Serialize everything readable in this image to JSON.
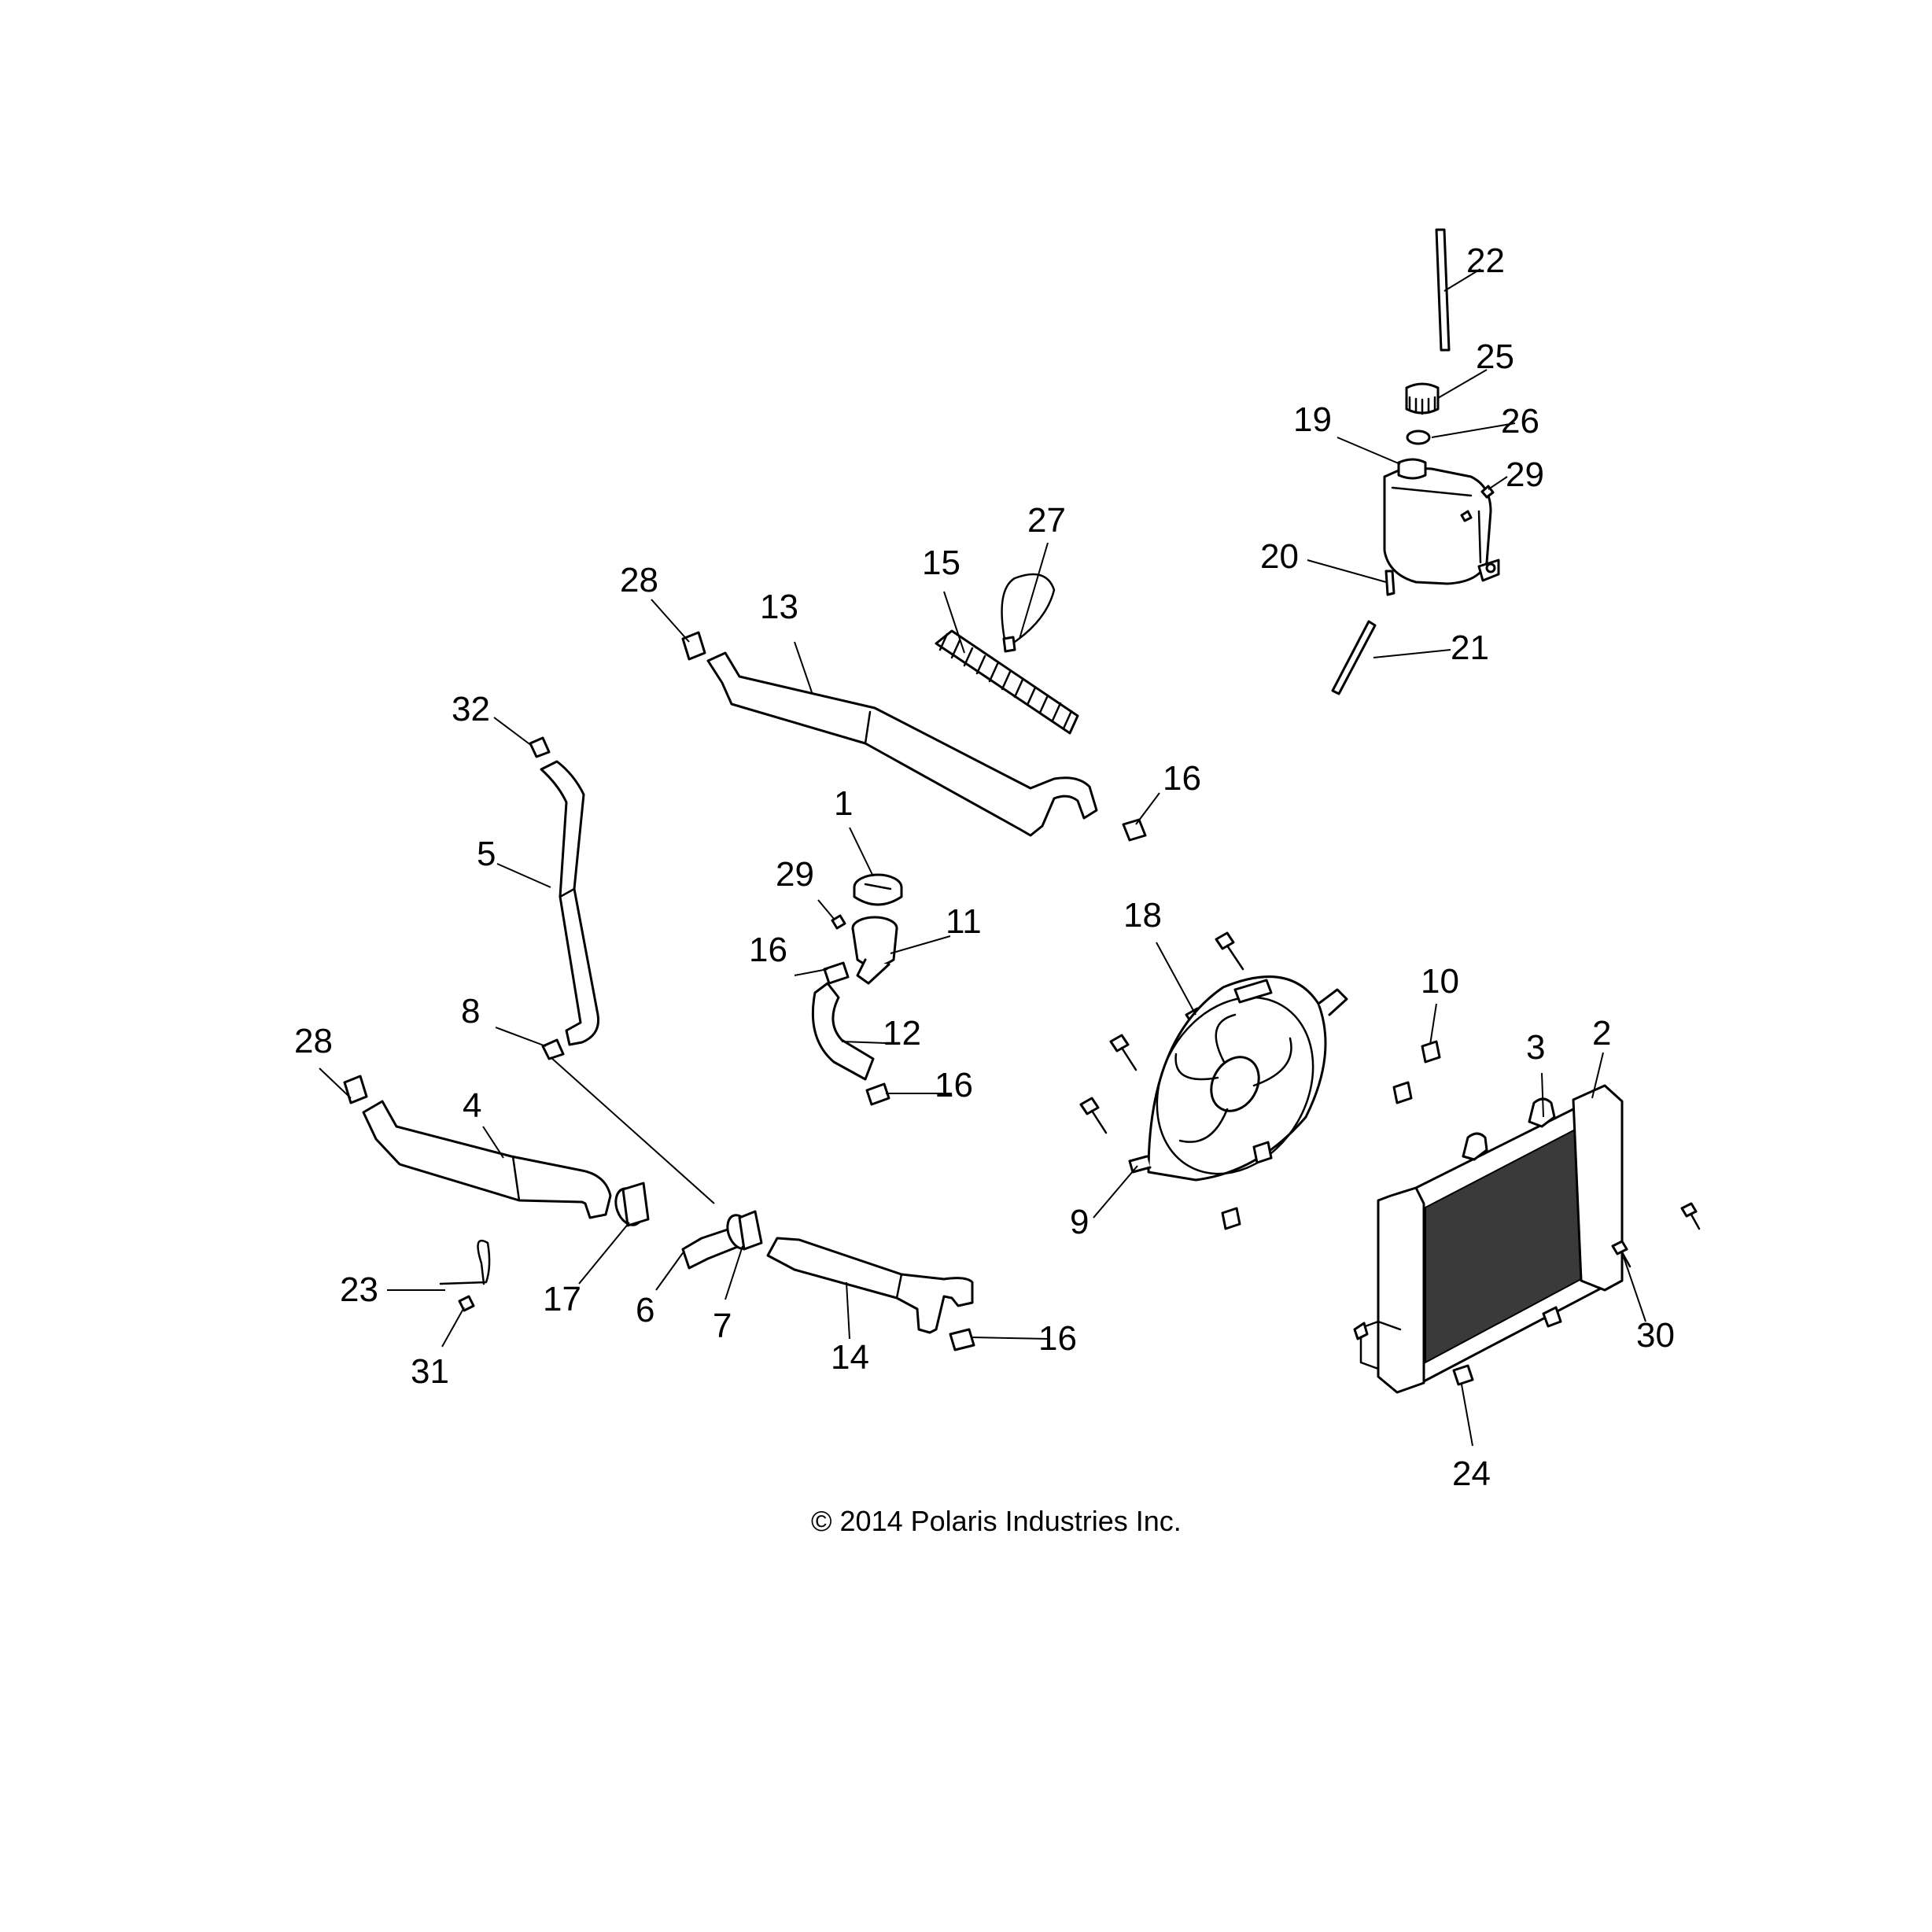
{
  "diagram": {
    "copyright": "© 2014 Polaris Industries Inc.",
    "callouts": {
      "c1": "1",
      "c2": "2",
      "c3": "3",
      "c4": "4",
      "c5": "5",
      "c6": "6",
      "c7": "7",
      "c8": "8",
      "c9": "9",
      "c10": "10",
      "c11": "11",
      "c12": "12",
      "c13": "13",
      "c14": "14",
      "c15": "15",
      "c16a": "16",
      "c16b": "16",
      "c16c": "16",
      "c16d": "16",
      "c17": "17",
      "c18": "18",
      "c19": "19",
      "c20": "20",
      "c21": "21",
      "c22": "22",
      "c23": "23",
      "c24": "24",
      "c25": "25",
      "c26": "26",
      "c27": "27",
      "c28a": "28",
      "c28b": "28",
      "c29a": "29",
      "c29b": "29",
      "c30": "30",
      "c31": "31",
      "c32": "32"
    }
  }
}
